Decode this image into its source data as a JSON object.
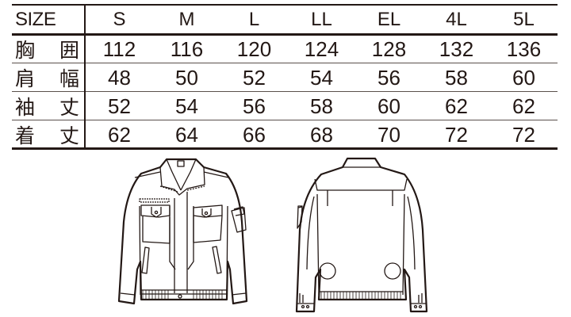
{
  "size_table": {
    "header_label": "SIZE",
    "sizes": [
      "S",
      "M",
      "L",
      "LL",
      "EL",
      "4L",
      "5L"
    ],
    "rows": [
      {
        "label_chars": [
          "胸",
          "囲"
        ],
        "label": "胸囲",
        "values": [
          "112",
          "116",
          "120",
          "124",
          "128",
          "132",
          "136"
        ]
      },
      {
        "label_chars": [
          "肩",
          "幅"
        ],
        "label": "肩幅",
        "values": [
          "48",
          "50",
          "52",
          "54",
          "56",
          "58",
          "60"
        ]
      },
      {
        "label_chars": [
          "袖",
          "丈"
        ],
        "label": "袖丈",
        "values": [
          "52",
          "54",
          "56",
          "58",
          "60",
          "62",
          "62"
        ]
      },
      {
        "label_chars": [
          "着",
          "丈"
        ],
        "label": "着丈",
        "values": [
          "62",
          "64",
          "66",
          "68",
          "70",
          "72",
          "72"
        ]
      }
    ]
  },
  "illustrations": {
    "front": "jacket-front-view",
    "back": "jacket-back-view"
  },
  "colors": {
    "ink": "#231815",
    "background": "#ffffff"
  }
}
